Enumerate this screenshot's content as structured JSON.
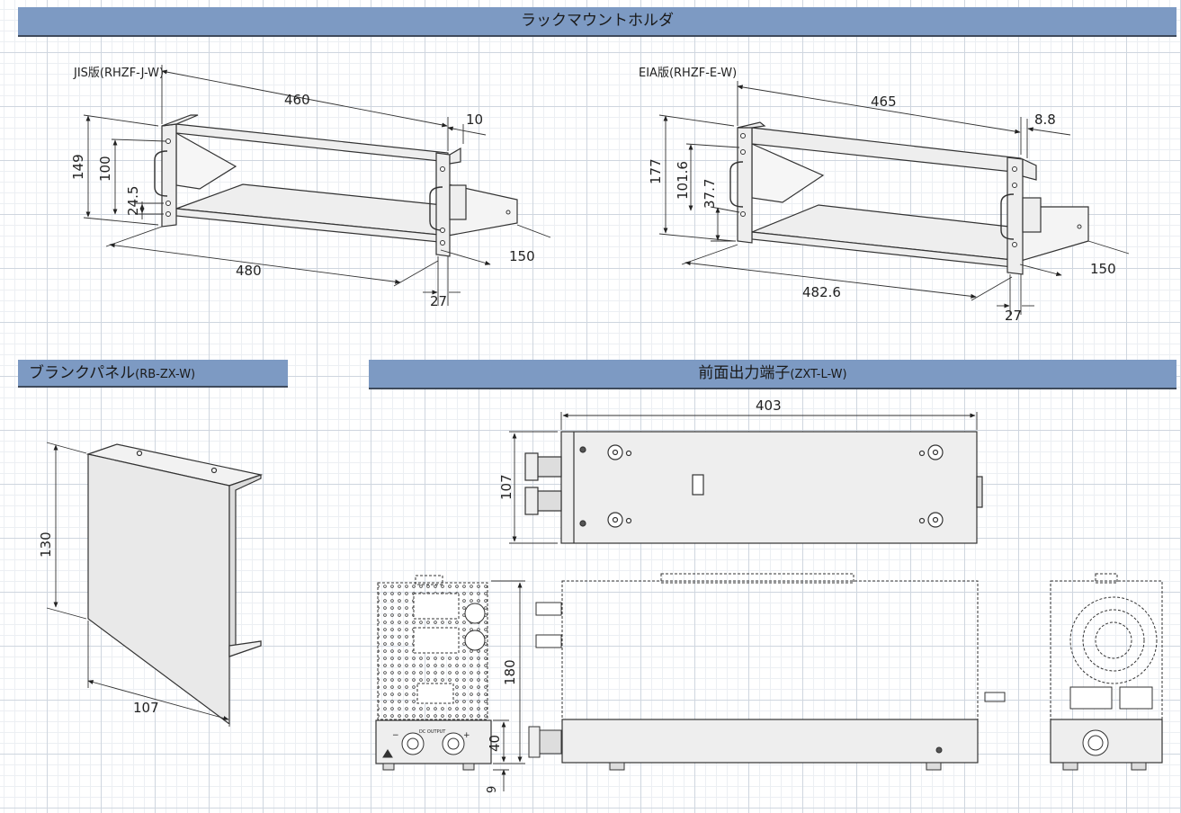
{
  "sections": {
    "rack_mount": {
      "title": "ラックマウントホルダ"
    },
    "blank_panel": {
      "title": "ブランクパネル",
      "model": "(RB-ZX-W)"
    },
    "front_output": {
      "title": "前面出力端子",
      "model": "(ZXT-L-W)"
    }
  },
  "jis": {
    "label": "JIS版(RHZF-J-W)",
    "dims": {
      "width": "460",
      "flange": "10",
      "height": "149",
      "hole_span": "100",
      "hole_pitch": "24.5",
      "total_width": "480",
      "depth": "150",
      "offset": "27"
    }
  },
  "eia": {
    "label": "EIA版(RHZF-E-W)",
    "dims": {
      "width": "465",
      "flange": "8.8",
      "height": "177",
      "hole_span": "101.6",
      "hole_pitch": "37.7",
      "total_width": "482.6",
      "depth": "150",
      "offset": "27"
    }
  },
  "blank": {
    "dims": {
      "height": "130",
      "width": "107"
    }
  },
  "output_terminal": {
    "dims": {
      "length": "403",
      "top_height": "107",
      "unit_height": "180",
      "terminal_height": "40",
      "foot_height": "9"
    },
    "panel_text": {
      "dc_output": "DC OUTPUT",
      "minus": "−",
      "plus": "+"
    }
  },
  "colors": {
    "band": "#7d9ac3",
    "band_border": "#3e4a5c",
    "panel_fill": "#eeeeee",
    "line": "#333333"
  }
}
